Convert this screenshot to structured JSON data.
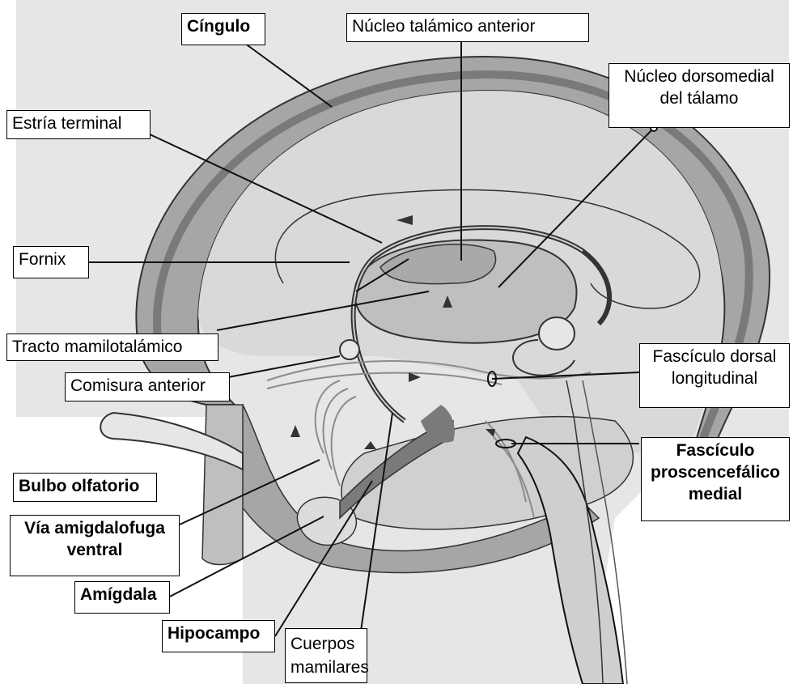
{
  "labels": {
    "cingulo": "Cíngulo",
    "nucleo_talamico_anterior": "Núcleo talámico anterior",
    "nucleo_dorsomedial": [
      "Núcleo dorsomedial",
      "del tálamo"
    ],
    "estria_terminal": "Estría terminal",
    "fornix": "Fornix",
    "tracto_mamilotalamico": "Tracto mamilotalámico",
    "comisura_anterior": "Comisura anterior",
    "fasciculo_dorsal": [
      "Fascículo dorsal",
      "longitudinal"
    ],
    "bulbo_olfatorio": "Bulbo olfatorio",
    "fasciculo_proscencefalico": [
      "Fascículo",
      "proscencefálico",
      "medial"
    ],
    "via_amigdalofuga": [
      "Vía amigdalofuga",
      "ventral"
    ],
    "amigdala": "Amígdala",
    "hipocampo": "Hipocampo",
    "cuerpos_mamilares": [
      "Cuerpos",
      "mamilares"
    ]
  },
  "colors": {
    "tissue_dark": "#a6a6a6",
    "tissue_mid": "#bfbfbf",
    "tissue_light": "#e3e3e3",
    "line": "#1a1a1a"
  }
}
